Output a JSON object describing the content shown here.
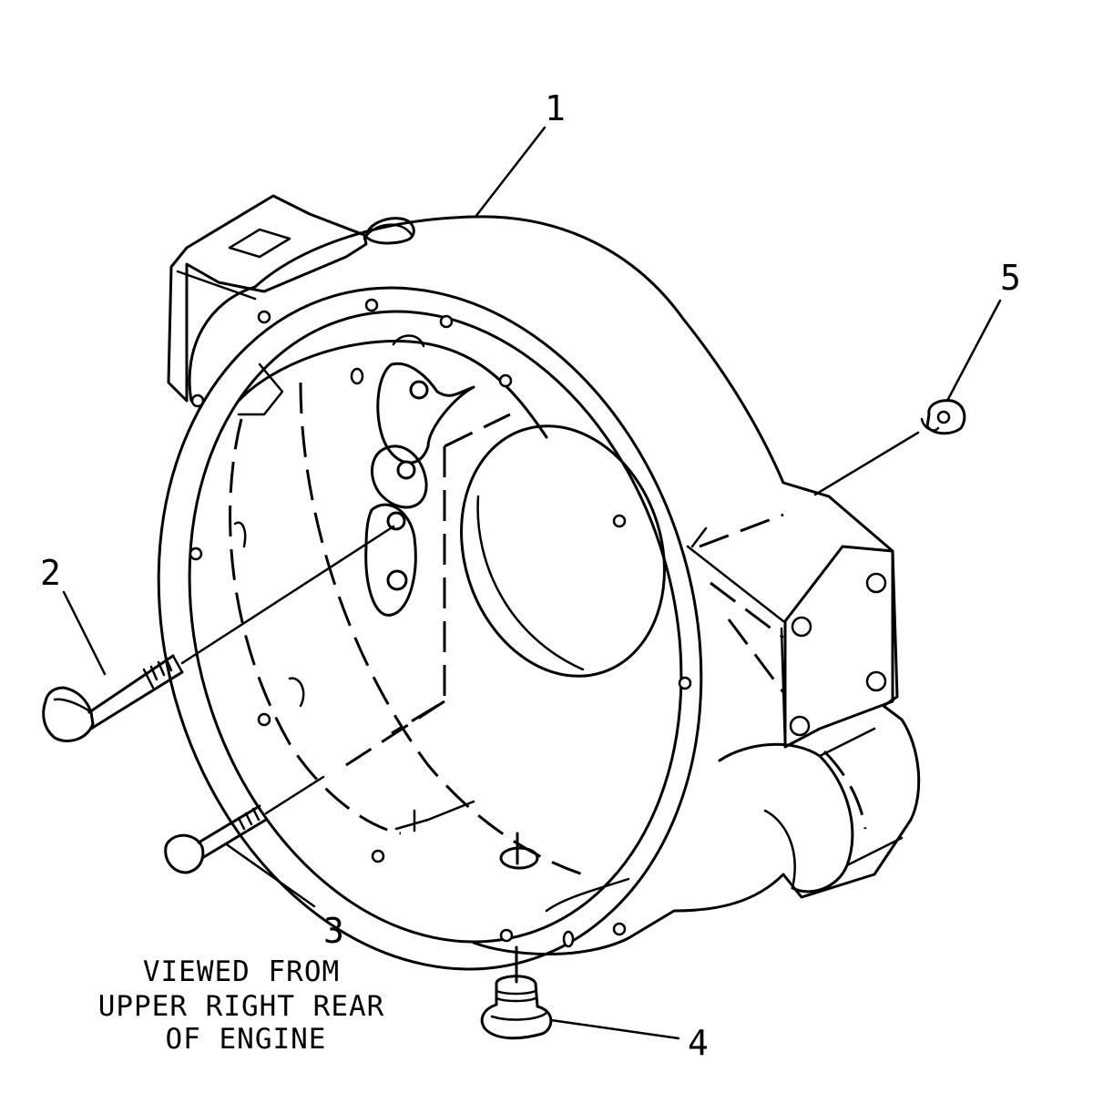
{
  "callouts": {
    "c1": "1",
    "c2": "2",
    "c3": "3",
    "c4": "4",
    "c5": "5"
  },
  "caption": {
    "line1": "VIEWED FROM",
    "line2": "UPPER RIGHT REAR",
    "line3": "OF ENGINE"
  },
  "colors": {
    "line": "#000000",
    "background": "#ffffff"
  }
}
